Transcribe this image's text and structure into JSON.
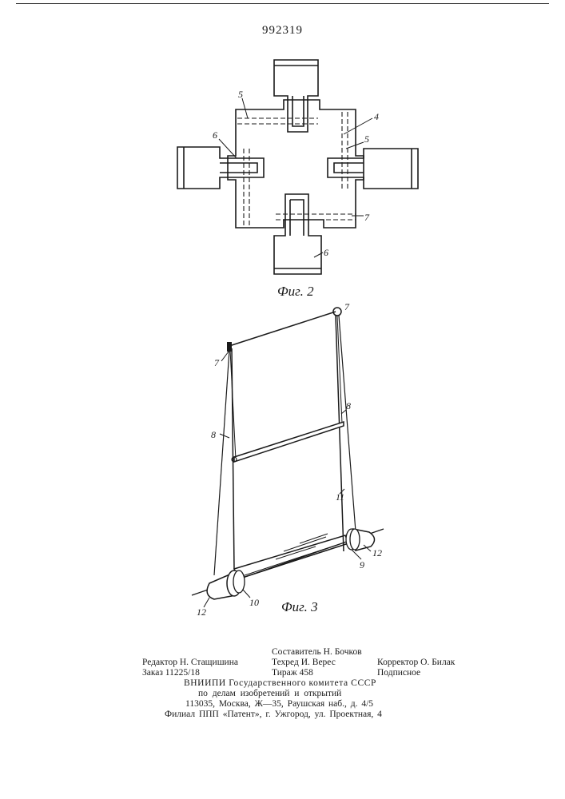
{
  "document": {
    "patent_number": "992319"
  },
  "figures": {
    "fig2": {
      "caption": "Фиг. 2",
      "labels": [
        "5",
        "4",
        "5",
        "6",
        "7",
        "6"
      ]
    },
    "fig3": {
      "caption": "Фиг. 3",
      "labels": [
        "7",
        "7",
        "8",
        "8",
        "11",
        "12",
        "9",
        "10",
        "12"
      ]
    }
  },
  "colophon": {
    "compiler": "Составитель Н. Бочков",
    "editor": "Редактор Н. Стащишина",
    "tech_editor": "Техред И. Верес",
    "corrector": "Корректор О. Билак",
    "order": "Заказ 11225/18",
    "circulation": "Тираж 458",
    "subscription": "Подписное",
    "org_line1": "ВНИИПИ Государственного комитета СССР",
    "org_line2": "по делам изобретений и открытий",
    "org_address": "113035, Москва, Ж—35, Раушская наб., д. 4/5",
    "branch": "Филиал ППП «Патент», г. Ужгород, ул. Проектная, 4"
  }
}
